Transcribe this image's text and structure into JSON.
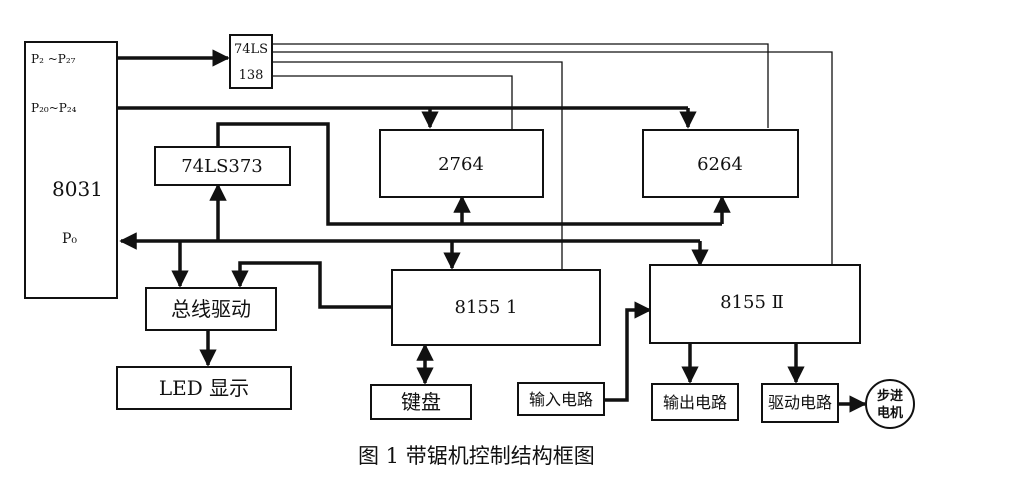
{
  "cpu": {
    "label": "8031",
    "port_a": "P₂ ~P₂₇",
    "port_b": "P₂₀~P₂₄",
    "port_c": "P₀"
  },
  "decoder": {
    "line1": "74LS",
    "line2": "138"
  },
  "latch": "74LS373",
  "eprom": "2764",
  "ram": "6264",
  "bus_driver": "总线驱动",
  "io1": "8155  1",
  "io2": "8155 Ⅱ",
  "led": "LED 显示",
  "keyboard": "键盘",
  "input": "输入电路",
  "output": "输出电路",
  "drive": "驱动电路",
  "motor": {
    "line1": "步进",
    "line2": "电机"
  },
  "caption": "图 1    带锯机控制结构框图"
}
